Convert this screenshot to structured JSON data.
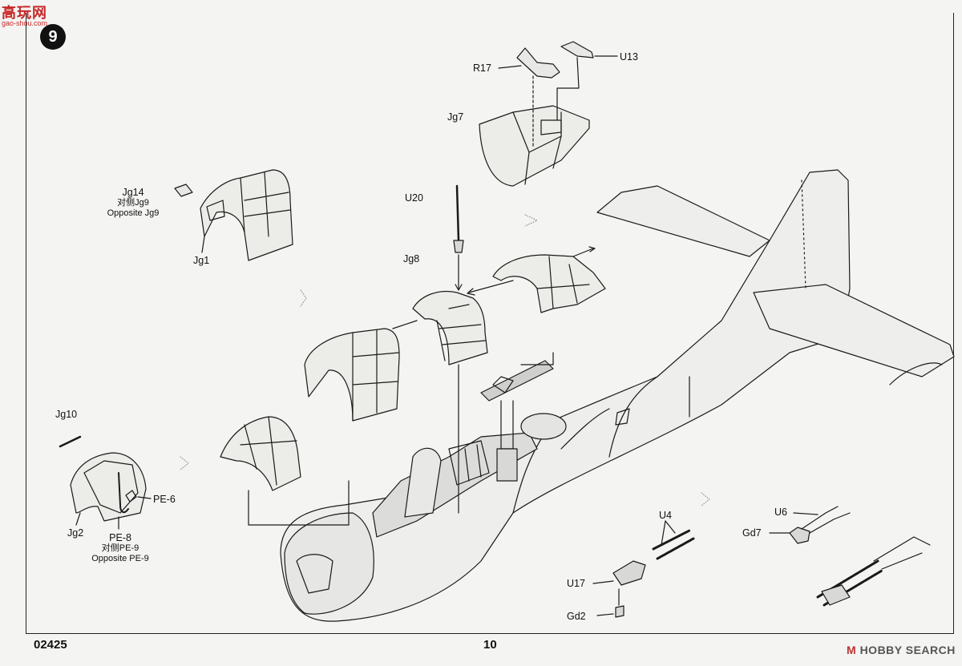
{
  "watermark_top": {
    "brand": "高玩网",
    "url": "gao-shou.com"
  },
  "step_number": "9",
  "footer": {
    "code": "02425",
    "page": "10"
  },
  "watermark_bottom": {
    "mark": "M",
    "brand": "HOBBY SEARCH"
  },
  "labels": {
    "r17": "R17",
    "u13": "U13",
    "jg7": "Jg7",
    "jg14": "Jg14",
    "jg14_cn": "对侧Jg9",
    "jg14_en": "Opposite Jg9",
    "jg1": "Jg1",
    "u20": "U20",
    "jg8": "Jg8",
    "jg10": "Jg10",
    "pe6": "PE-6",
    "jg2": "Jg2",
    "pe8": "PE-8",
    "pe8_cn": "对侧PE-9",
    "pe8_en": "Opposite PE-9",
    "u4": "U4",
    "u6": "U6",
    "gd7": "Gd7",
    "u17": "U17",
    "gd2": "Gd2"
  }
}
